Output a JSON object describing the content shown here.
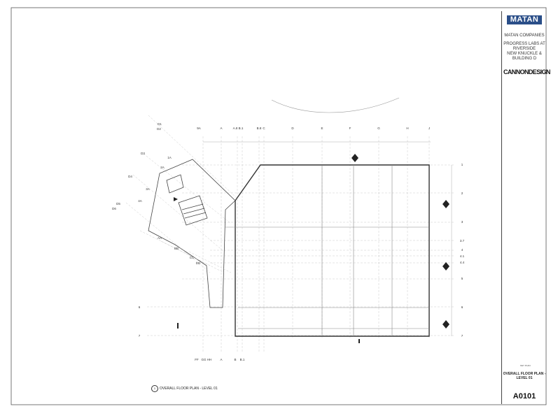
{
  "titleblock": {
    "logo": "MATAN",
    "company": "MATAN COMPANIES",
    "project_line1": "PROGRESS LABS AT",
    "project_line2": "RIVERSIDE",
    "project_line3": "NEW KNUCKLE &",
    "project_line4": "BUILDING D",
    "architect": "CANNONDESIGN",
    "key_plan_label": "KEY PLAN",
    "sheet_title_line1": "OVERALL FLOOR PLAN -",
    "sheet_title_line2": "LEVEL 01",
    "sheet_number": "A0101"
  },
  "drawing": {
    "number": "1",
    "title": "OVERALL FLOOR PLAN - LEVEL 01"
  },
  "grid": {
    "top_columns": [
      "9A",
      "A",
      "A.8",
      "B.1",
      "B.8",
      "C",
      "D",
      "E",
      "F",
      "G",
      "H",
      "J"
    ],
    "bottom_columns": [
      "FF",
      "GG",
      "HH",
      "A",
      "B",
      "B.1"
    ],
    "right_rows": [
      "1",
      "2",
      "3",
      "3.7",
      "4",
      "4.1",
      "4.4",
      "5",
      "6",
      "7"
    ],
    "left_rows": [
      "6",
      "7"
    ],
    "skew_columns": [
      "D1",
      "D2",
      "D3",
      "D4",
      "D5",
      "D6",
      "1A",
      "2A",
      "3A",
      "4A"
    ],
    "skew_rows": [
      "AA",
      "BB",
      "CC",
      "DD"
    ]
  }
}
